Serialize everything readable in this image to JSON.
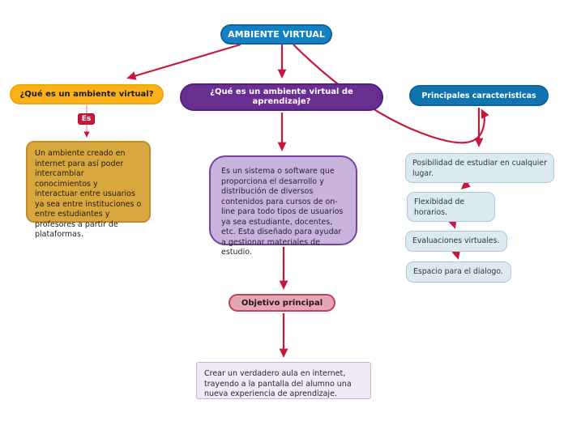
{
  "colors": {
    "accent_blue": "#1480C4",
    "accent_blue2": "#1173B0",
    "accent_blue_dark": "#0E639C",
    "yellow": "#FBB117",
    "yellow_border": "#F2A60C",
    "purple": "#6A2D91",
    "purple_border": "#541F78",
    "crimson": "#C8173A",
    "pink_line": "#F2AFC0",
    "tan_fill": "#D8A83E",
    "tan_border": "#BE8C2B",
    "lavender_fill": "#C8B3DD",
    "lavender_border": "#7B3FA3",
    "lightblue_fill": "#DCE9F1",
    "lightblue_border": "#ABC8DB",
    "pink_fill": "#E3A6B3",
    "pink_border": "#C53F5C",
    "palelav_fill": "#F0E9F6",
    "palelav_border": "#C9B0DC"
  },
  "root": {
    "label": "AMBIENTE VIRTUAL"
  },
  "questions": {
    "left": {
      "label": "¿Qué es un ambiente virtual?"
    },
    "center": {
      "label": "¿Qué es un ambiente virtual de aprendizaje?"
    },
    "right": {
      "label": "Principales caracteristicas"
    }
  },
  "es_label": "Es",
  "definitions": {
    "left": "Un ambiente creado en internet para así poder intercambiar conocimientos y interactuar entre usuarios ya sea entre instituciones o entre estudiantes y profesores a partir de plataformas.",
    "center": "Es un sistema o software que proporciona el desarrollo y distribución de diversos contenidos para cursos de on-line para todo tipos de usuarios ya sea estudiante, docentes, etc. Esta diseñado para ayudar a gestionar materiales de estudio."
  },
  "objective": {
    "label": "Objetivo principal",
    "text": "Crear un verdadero aula en internet, trayendo a la pantalla del alumno una nueva experiencia de aprendizaje."
  },
  "characteristics": [
    "Posibilidad de estudiar en cualquier lugar.",
    "Flexibidad de horarios.",
    "Evaluaciones virtuales.",
    "Espacio para el dialogo."
  ]
}
